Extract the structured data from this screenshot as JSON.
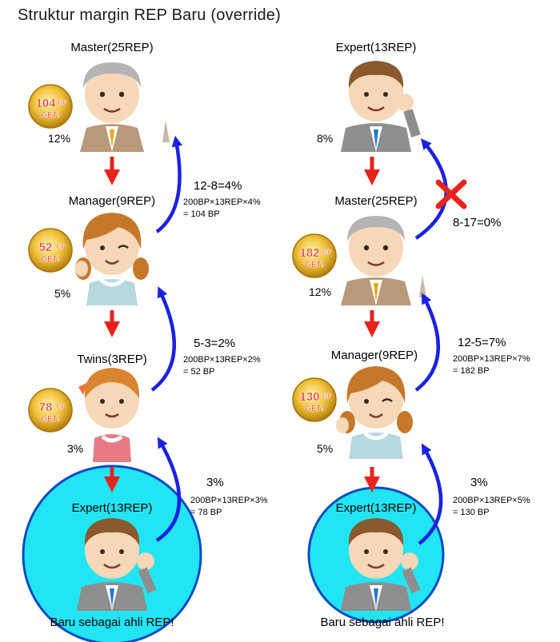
{
  "title": "Struktur margin REP Baru (override)",
  "colors": {
    "down_arrow": "#e8231d",
    "flow_arrow": "#1a22e0",
    "cross": "#e8231d",
    "new_member_circle": "#22e4f2",
    "badge_gold": "#d9a516",
    "badge_text": "#e51a1a"
  },
  "left_column": {
    "members": [
      {
        "label": "Master(25REP)",
        "percent": "12%",
        "badge": {
          "amount": "104",
          "unit": "BP",
          "get": "GET!"
        }
      },
      {
        "label": "Manager(9REP)",
        "percent": "5%",
        "badge": {
          "amount": "52",
          "unit": "BP",
          "get": "GET!"
        }
      },
      {
        "label": "Twins(3REP)",
        "percent": "3%",
        "badge": {
          "amount": "78",
          "unit": "BP",
          "get": "GET!"
        }
      },
      {
        "label": "Expert(13REP)",
        "caption": "Baru sebagai ahli REP!"
      }
    ],
    "flows": [
      {
        "formula": "12-8=4%",
        "detail": "200BP×13REP×4%",
        "result": "= 104 BP"
      },
      {
        "formula": "5-3=2%",
        "detail": "200BP×13REP×2%",
        "result": "= 52 BP"
      },
      {
        "formula": "3%",
        "detail": "200BP×13REP×3%",
        "result": "= 78 BP"
      }
    ]
  },
  "right_column": {
    "members": [
      {
        "label": "Expert(13REP)",
        "percent": "8%"
      },
      {
        "label": "Master(25REP)",
        "percent": "12%",
        "badge": {
          "amount": "182",
          "unit": "BP",
          "get": "GET!"
        }
      },
      {
        "label": "Manager(9REP)",
        "percent": "5%",
        "badge": {
          "amount": "130",
          "unit": "BP",
          "get": "GET!"
        }
      },
      {
        "label": "Expert(13REP)",
        "caption": "Baru sebagai ahli REP!"
      }
    ],
    "flows": [
      {
        "formula": "8-17=0%",
        "blocked": true
      },
      {
        "formula": "12-5=7%",
        "detail": "200BP×13REP×7%",
        "result": "= 182 BP"
      },
      {
        "formula": "3%",
        "detail": "200BP×13REP×5%",
        "result": "= 130 BP"
      }
    ]
  }
}
